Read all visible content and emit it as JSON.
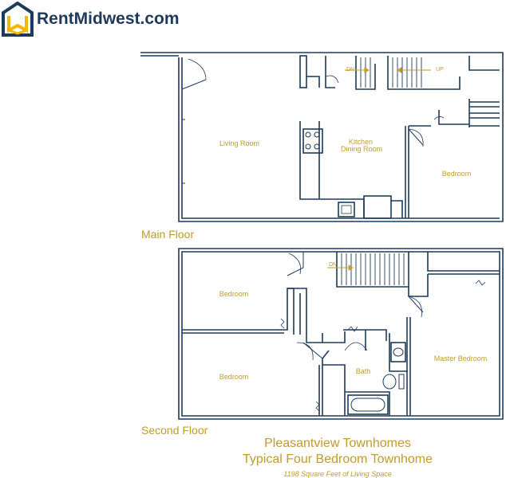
{
  "brand": {
    "name": "RentMidwest.com",
    "primary_color": "#1d3a5c",
    "accent_color": "#f2b705",
    "icon": "house-logo-icon"
  },
  "plan": {
    "line_color": "#1d3a5c",
    "label_color": "#c29b2a",
    "main_floor": {
      "label": "Main Floor",
      "rooms": {
        "living_room": "Living Room",
        "kitchen_line1": "Kitchen",
        "kitchen_line2": "Dining Room",
        "bedroom": "Bedroom"
      },
      "stairs": {
        "down": "DN",
        "up": "UP"
      }
    },
    "second_floor": {
      "label": "Second Floor",
      "rooms": {
        "bedroom_upper": "Bedroom",
        "bedroom_lower": "Bedroom",
        "bath": "Bath",
        "master_bedroom": "Master Bedroom"
      },
      "stairs": {
        "down": "DN"
      }
    }
  },
  "caption": {
    "title": "Pleasantview Townhomes",
    "subtitle": "Typical Four Bedroom Townhome",
    "note": "1198 Square Feet of Living Space"
  }
}
